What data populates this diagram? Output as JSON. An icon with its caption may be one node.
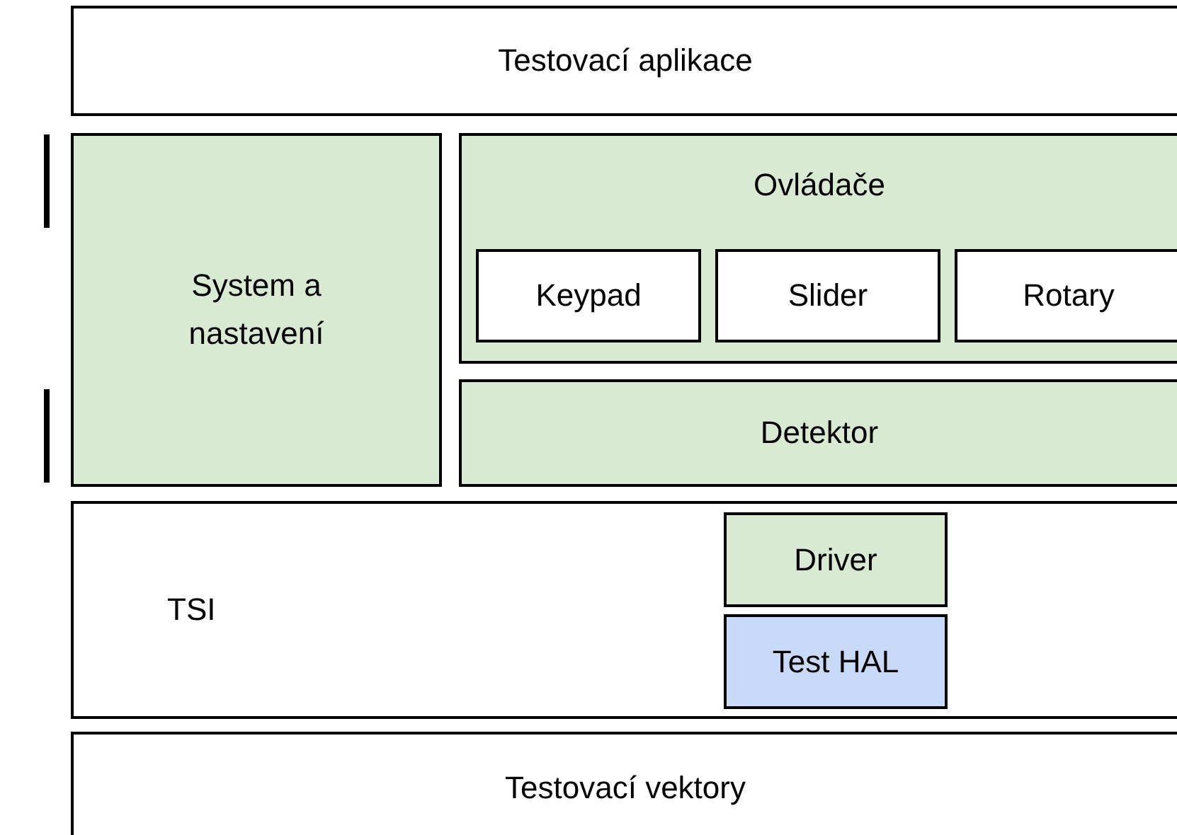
{
  "diagram": {
    "nodes": [
      {
        "text": [
          "Testovací aplikace"
        ]
      },
      {
        "text": [
          "System a nastavení"
        ]
      },
      {
        "text": [
          "Ovládače"
        ]
      },
      {
        "text": [
          "Keypad"
        ],
        "in": 2
      },
      {
        "text": [
          "Slider"
        ],
        "in": 2
      },
      {
        "text": [
          "Rotary"
        ],
        "in": 2
      },
      {
        "text": [
          "Detektor"
        ]
      },
      {
        "text": [
          "TSI"
        ]
      },
      {
        "text": [
          "Driver"
        ],
        "in": 7
      },
      {
        "text": [
          "Test HAL"
        ],
        "in": 7
      },
      {
        "text": [
          "Testovací vektory"
        ]
      }
    ],
    "edges": []
  }
}
